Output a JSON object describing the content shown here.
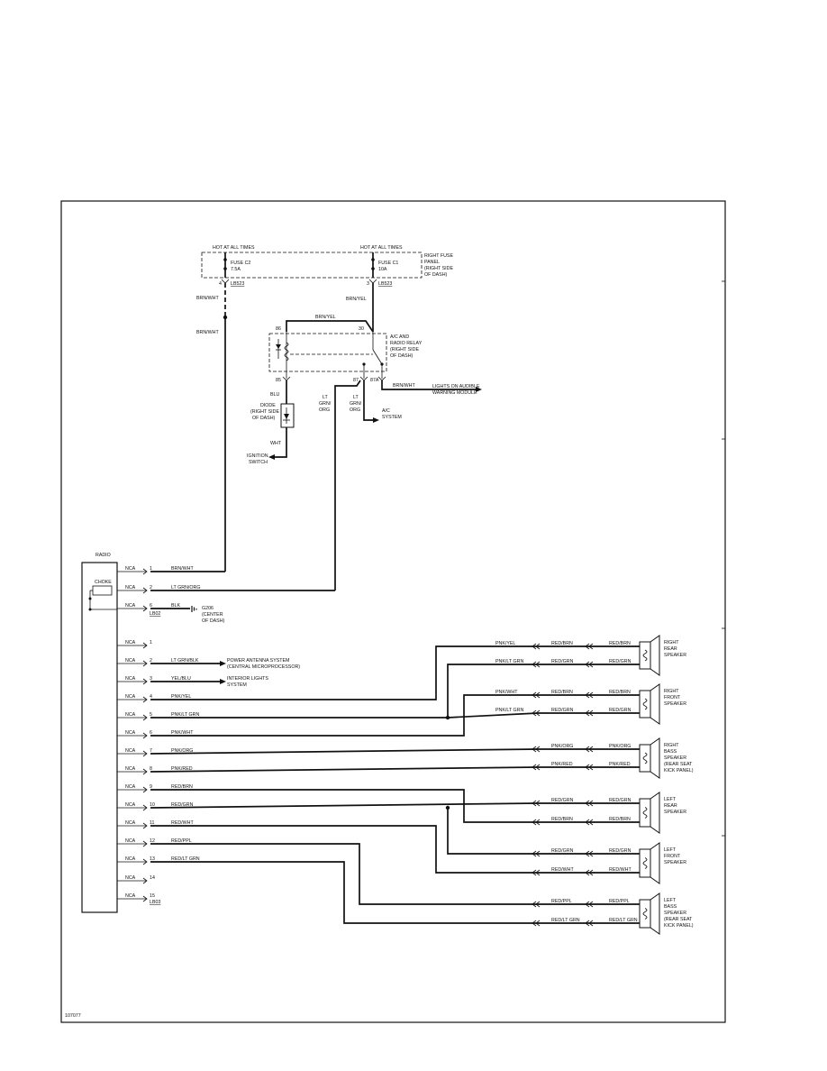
{
  "header": {
    "figure_id": "107077"
  },
  "fuse_panel": {
    "hot_left": "HOT AT ALL TIMES",
    "hot_right": "HOT AT ALL TIMES",
    "fuse_c2": "FUSE C2",
    "fuse_c2_amp": "7.5A",
    "fuse_c1": "FUSE C1",
    "fuse_c1_amp": "10A",
    "title": [
      "RIGHT FUSE",
      "PANEL",
      "(RIGHT SIDE",
      "OF DASH)"
    ],
    "pin_left": "4",
    "conn_left": "LB523",
    "pin_right": "3",
    "conn_right": "LB523"
  },
  "relay": {
    "title": [
      "A/C AND",
      "RADIO RELAY",
      "(RIGHT SIDE",
      "OF DASH)"
    ],
    "pin_86": "86",
    "pin_30": "30",
    "pin_85": "85",
    "pin_87": "87",
    "pin_87a": "87A",
    "wire_top": "BRN/YEL",
    "wire_feed": "BRN/YEL",
    "wire_87a": "BRN/WHT",
    "dest_87a": [
      "LIGHTS ON AUDIBLE",
      "WARNING MODULE"
    ],
    "wire_85": "BLU",
    "wire_87_left": [
      "LT",
      "GRN/",
      "ORG"
    ],
    "wire_87_right": [
      "LT",
      "GRN/",
      "ORG"
    ],
    "dest_ac": [
      "A/C",
      "SYSTEM"
    ]
  },
  "diode": {
    "title": [
      "DIODE",
      "(RIGHT SIDE",
      "OF DASH)"
    ],
    "wire_out": "WHT",
    "dest": [
      "IGNITION",
      "SWITCH"
    ]
  },
  "left_feed": {
    "wire_top": "BRN/WHT",
    "wire_bottom": "BRN/WHT"
  },
  "radio": {
    "title": "RADIO",
    "choke": "CHOKE",
    "conn_top": "LB02",
    "conn_bottom": "LB03",
    "ground": [
      "G206",
      "(CENTER",
      "OF DASH)"
    ]
  },
  "radio_pins": [
    {
      "nca": "NCA",
      "pin": "1",
      "wire": "BRN/WHT"
    },
    {
      "nca": "NCA",
      "pin": "2",
      "wire": "LT GRN/ORG"
    },
    {
      "nca": "NCA",
      "pin": "6",
      "wire": "BLK"
    },
    {
      "nca": "NCA",
      "pin": "1",
      "wire": ""
    },
    {
      "nca": "NCA",
      "pin": "2",
      "wire": "LT GRN/BLK"
    },
    {
      "nca": "NCA",
      "pin": "3",
      "wire": "YEL/BLU"
    },
    {
      "nca": "NCA",
      "pin": "4",
      "wire": "PNK/YEL"
    },
    {
      "nca": "NCA",
      "pin": "5",
      "wire": "PNK/LT GRN"
    },
    {
      "nca": "NCA",
      "pin": "6",
      "wire": "PNK/WHT"
    },
    {
      "nca": "NCA",
      "pin": "7",
      "wire": "PNK/ORG"
    },
    {
      "nca": "NCA",
      "pin": "8",
      "wire": "PNK/RED"
    },
    {
      "nca": "NCA",
      "pin": "9",
      "wire": "RED/BRN"
    },
    {
      "nca": "NCA",
      "pin": "10",
      "wire": "RED/GRN"
    },
    {
      "nca": "NCA",
      "pin": "11",
      "wire": "RED/WHT"
    },
    {
      "nca": "NCA",
      "pin": "12",
      "wire": "RED/PPL"
    },
    {
      "nca": "NCA",
      "pin": "13",
      "wire": "RED/LT GRN"
    },
    {
      "nca": "NCA",
      "pin": "14",
      "wire": ""
    },
    {
      "nca": "NCA",
      "pin": "15",
      "wire": ""
    }
  ],
  "destinations": {
    "antenna": [
      "POWER ANTENNA SYSTEM",
      "(CENTRAL MICROPROCESSOR)"
    ],
    "interior": [
      "INTERIOR LIGHTS",
      "SYSTEM"
    ]
  },
  "speakers": [
    {
      "title": [
        "RIGHT",
        "REAR",
        "SPEAKER"
      ],
      "wires": [
        {
          "left": "PNK/YEL",
          "mid": "RED/BRN",
          "right": "RED/BRN"
        },
        {
          "left": "PNK/LT GRN",
          "mid": "RED/GRN",
          "right": "RED/GRN"
        }
      ]
    },
    {
      "title": [
        "RIGHT",
        "FRONT",
        "SPEAKER"
      ],
      "wires": [
        {
          "left": "PNK/WHT",
          "mid": "RED/BRN",
          "right": "RED/BRN"
        },
        {
          "left": "PNK/LT GRN",
          "mid": "RED/GRN",
          "right": "RED/GRN"
        }
      ]
    },
    {
      "title": [
        "RIGHT",
        "BASS",
        "SPEAKER",
        "(REAR SEAT",
        "KICK PANEL)"
      ],
      "wires": [
        {
          "left": "",
          "mid": "PNK/ORG",
          "right": "PNK/ORG"
        },
        {
          "left": "",
          "mid": "PNK/RED",
          "right": "PNK/RED"
        }
      ]
    },
    {
      "title": [
        "LEFT",
        "REAR",
        "SPEAKER"
      ],
      "wires": [
        {
          "left": "",
          "mid": "RED/GRN",
          "right": "RED/GRN"
        },
        {
          "left": "",
          "mid": "RED/BRN",
          "right": "RED/BRN"
        }
      ]
    },
    {
      "title": [
        "LEFT",
        "FRONT",
        "SPEAKER"
      ],
      "wires": [
        {
          "left": "",
          "mid": "RED/GRN",
          "right": "RED/GRN"
        },
        {
          "left": "",
          "mid": "RED/WHT",
          "right": "RED/WHT"
        }
      ]
    },
    {
      "title": [
        "LEFT",
        "BASS",
        "SPEAKER",
        "(REAR SEAT",
        "KICK PANEL)"
      ],
      "wires": [
        {
          "left": "",
          "mid": "RED/PPL",
          "right": "RED/PPL"
        },
        {
          "left": "",
          "mid": "RED/LT GRN",
          "right": "RED/LT GRN"
        }
      ]
    }
  ]
}
